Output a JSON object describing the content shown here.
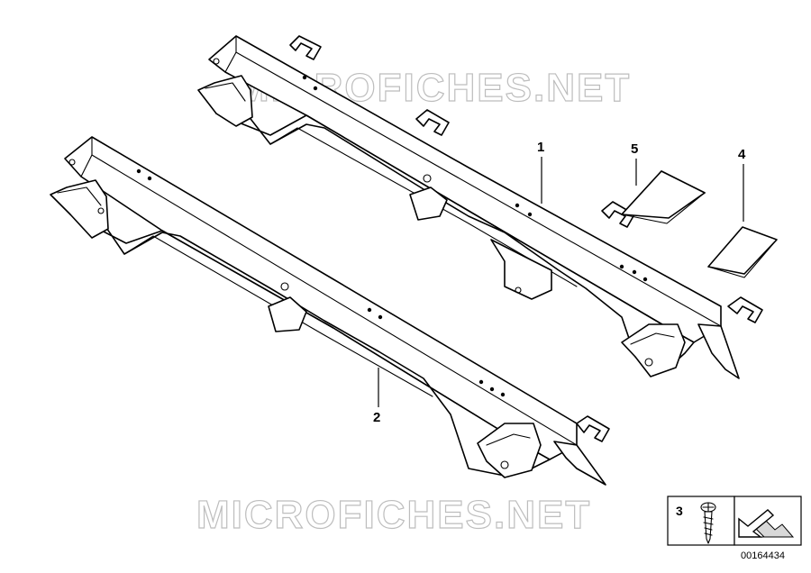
{
  "watermarks": [
    "MICROFICHES.NET",
    "MICROFICHES.NET"
  ],
  "callouts": [
    {
      "label": "1"
    },
    {
      "label": "2"
    },
    {
      "label": "3"
    },
    {
      "label": "4"
    },
    {
      "label": "5"
    }
  ],
  "diagram_id": "00164434",
  "icons": {
    "screw": "screw-icon",
    "direction": "direction-arrow-icon"
  },
  "parts": [
    {
      "ref": "1"
    },
    {
      "ref": "2"
    },
    {
      "ref": "3"
    },
    {
      "ref": "4"
    },
    {
      "ref": "5"
    }
  ]
}
